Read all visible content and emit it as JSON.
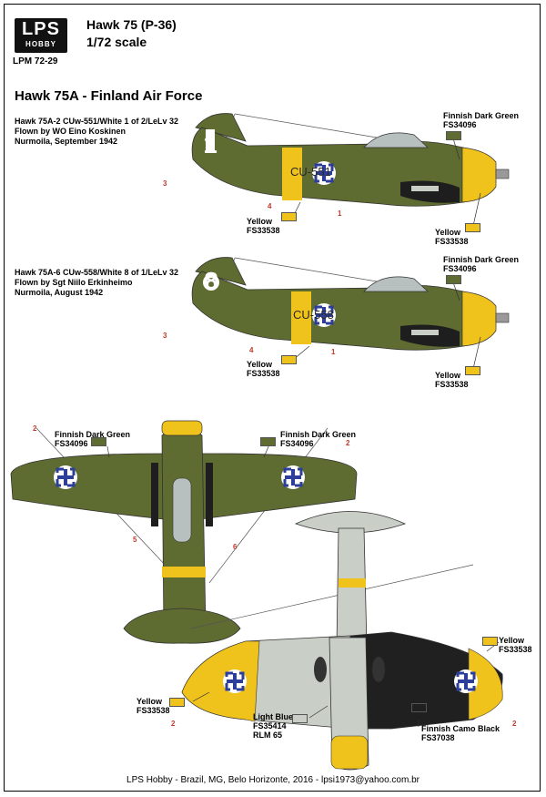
{
  "header": {
    "logo_main": "LPS",
    "logo_sub": "HOBBY",
    "product_code": "LPM 72-29",
    "title": "Hawk 75 (P-36)",
    "scale": "1/72 scale"
  },
  "section_title": "Hawk 75A - Finland Air Force",
  "profiles": [
    {
      "caption": [
        "Hawk 75A-2 CUw-551/White 1 of 2/LeLv 32",
        "Flown by WO Eino Koskinen",
        "Nurmoila, September 1942"
      ],
      "fuselage_code": "CU-551",
      "tail_number": "1",
      "green_label": "Finnish Dark Green",
      "green_code": "FS34096",
      "yellow_label_left": "Yellow",
      "yellow_code_left": "FS33538",
      "yellow_label_right": "Yellow",
      "yellow_code_right": "FS33538",
      "callouts": [
        "3",
        "4",
        "1"
      ]
    },
    {
      "caption": [
        "Hawk 75A-6 CUw-558/White 8 of 1/LeLv 32",
        "Flown by Sgt Niilo Erkinheimo",
        "Nurmoila, August 1942"
      ],
      "fuselage_code": "CU-558",
      "tail_number": "8",
      "green_label": "Finnish Dark Green",
      "green_code": "FS34096",
      "yellow_label_left": "Yellow",
      "yellow_code_left": "FS33538",
      "yellow_label_right": "Yellow",
      "yellow_code_right": "FS33538",
      "callouts": [
        "3",
        "4",
        "1"
      ]
    }
  ],
  "top_view": {
    "green_label_left": "Finnish Dark Green",
    "green_code_left": "FS34096",
    "green_label_right": "Finnish Dark Green",
    "green_code_right": "FS34096",
    "callouts": [
      "2",
      "2",
      "5",
      "6"
    ]
  },
  "bottom_view": {
    "yellow_label_right": "Yellow",
    "yellow_code_right": "FS33538",
    "yellow_label_left": "Yellow",
    "yellow_code_left": "FS33538",
    "blue_label": "Light Blue",
    "blue_code_1": "FS35414",
    "blue_code_2": "RLM 65",
    "black_label": "Finnish Camo Black",
    "black_code": "FS37038",
    "callouts": [
      "2",
      "2"
    ]
  },
  "footer": "LPS Hobby - Brazil, MG, Belo Horizonte, 2016 - lpsi1973@yahoo.com.br",
  "colors": {
    "dark_green": "#5e6b31",
    "yellow": "#f0c21c",
    "light_blue": "#c9cfc6",
    "camo_black": "#202020",
    "insignia_blue": "#2c3e9a",
    "callout_red": "#c0392b"
  }
}
